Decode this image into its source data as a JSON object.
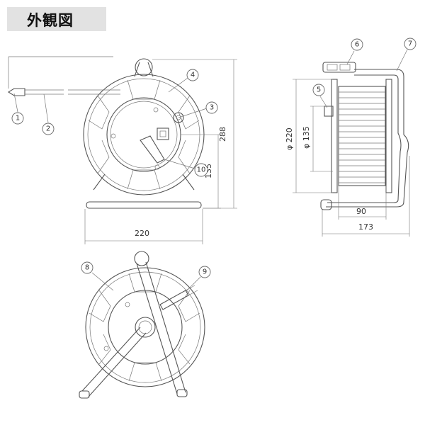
{
  "title": "外観図",
  "dimensions": {
    "front_width": "220",
    "front_height": "288",
    "hub_height": "135",
    "side_drum_dia": "φ 220",
    "side_core_dia": "φ 135",
    "side_core_width": "90",
    "side_total_width": "173"
  },
  "callouts": [
    "1",
    "2",
    "3",
    "4",
    "5",
    "6",
    "7",
    "8",
    "9",
    "10"
  ]
}
